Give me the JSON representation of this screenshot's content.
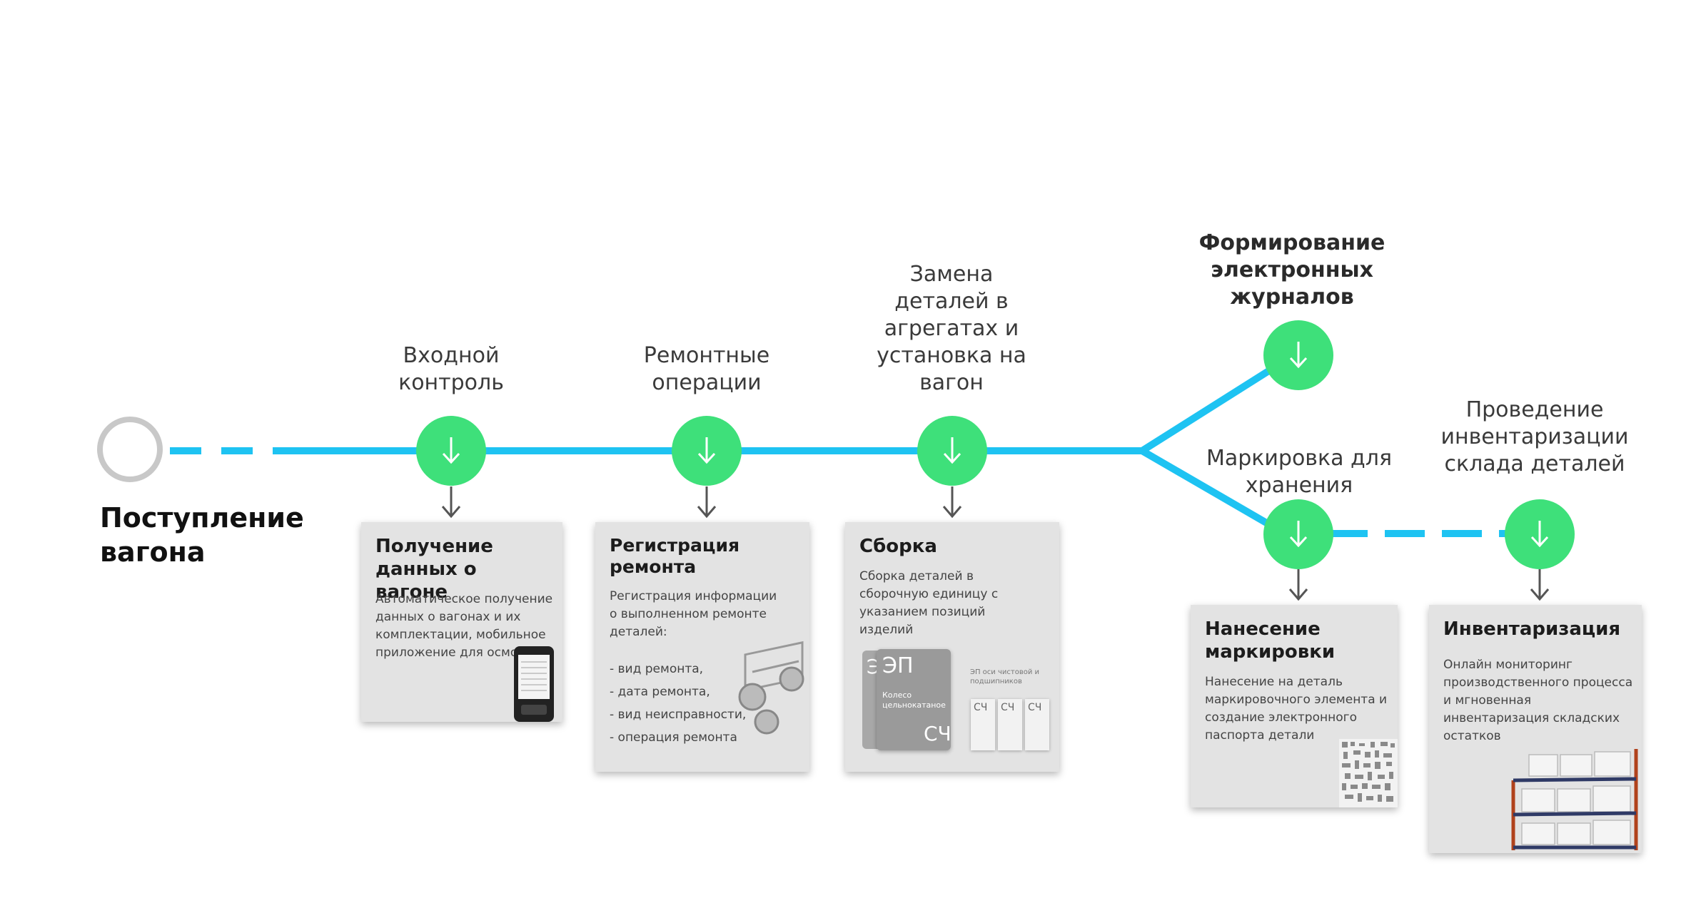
{
  "start": {
    "label": "Поступление вагона"
  },
  "stages": {
    "intake": {
      "label": "Входной контроль"
    },
    "repair": {
      "label": "Ремонтные операции"
    },
    "replace": {
      "label": "Замена деталей в агрегатах и установка на вагон"
    },
    "journals": {
      "label": "Формирование электронных журналов"
    },
    "marking": {
      "label": "Маркировка для хранения"
    },
    "inventory": {
      "label": "Проведение инвентаризации склада деталей"
    }
  },
  "cards": {
    "wagon_data": {
      "title": "Получение данных о вагоне",
      "text": "Автоматическое получение данных о вагонах и их комплектации, мобильное приложение для осмотра"
    },
    "repair_reg": {
      "title": "Регистрация ремонта",
      "text": "Регистрация информации о выполненном ремонте деталей:",
      "items": [
        "- вид ремонта,",
        "- дата ремонта,",
        "- вид неисправности,",
        "- операция ремонта"
      ]
    },
    "assembly": {
      "title": "Сборка",
      "text": "Сборка деталей в сборочную единицу с указанием позиций изделий",
      "doc_labels": {
        "ep": "ЭП",
        "e": "Э",
        "sch": "СЧ",
        "wheel": "Колесо цельнокатаное",
        "axes": "ЭП оси чистовой и подшипников"
      }
    },
    "marking": {
      "title": "Нанесение маркировки",
      "text": "Нанесение на деталь маркировочного элемента и создание электронного паспорта детали"
    },
    "inventory": {
      "title": "Инвентаризация",
      "text": "Онлайн мониторинг производственного процесса и мгновенная инвентаризация складских остатков"
    }
  },
  "colors": {
    "line": "#1ec3f2",
    "node": "#3ee07a",
    "card": "#e3e3e3",
    "start_ring": "#c8c8c8"
  }
}
